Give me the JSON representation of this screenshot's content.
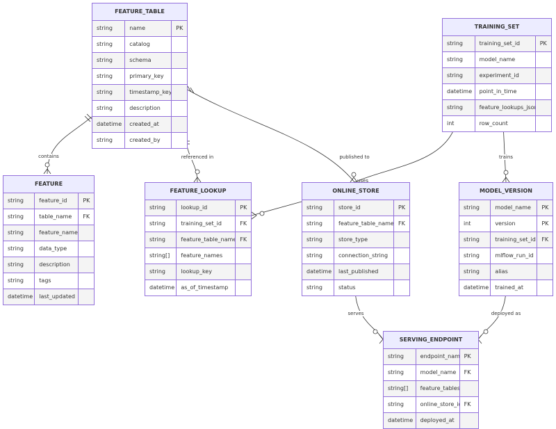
{
  "entities": {
    "feature_table": {
      "name": "FEATURE_TABLE",
      "attributes": [
        {
          "type": "string",
          "name": "name",
          "key": "PK"
        },
        {
          "type": "string",
          "name": "catalog",
          "key": ""
        },
        {
          "type": "string",
          "name": "schema",
          "key": ""
        },
        {
          "type": "string",
          "name": "primary_key",
          "key": ""
        },
        {
          "type": "string",
          "name": "timestamp_key",
          "key": ""
        },
        {
          "type": "string",
          "name": "description",
          "key": ""
        },
        {
          "type": "datetime",
          "name": "created_at",
          "key": ""
        },
        {
          "type": "string",
          "name": "created_by",
          "key": ""
        }
      ]
    },
    "training_set": {
      "name": "TRAINING_SET",
      "attributes": [
        {
          "type": "string",
          "name": "training_set_id",
          "key": "PK"
        },
        {
          "type": "string",
          "name": "model_name",
          "key": ""
        },
        {
          "type": "string",
          "name": "experiment_id",
          "key": ""
        },
        {
          "type": "datetime",
          "name": "point_in_time",
          "key": ""
        },
        {
          "type": "string",
          "name": "feature_lookups_json",
          "key": ""
        },
        {
          "type": "int",
          "name": "row_count",
          "key": ""
        }
      ]
    },
    "feature": {
      "name": "FEATURE",
      "attributes": [
        {
          "type": "string",
          "name": "feature_id",
          "key": "PK"
        },
        {
          "type": "string",
          "name": "table_name",
          "key": "FK"
        },
        {
          "type": "string",
          "name": "feature_name",
          "key": ""
        },
        {
          "type": "string",
          "name": "data_type",
          "key": ""
        },
        {
          "type": "string",
          "name": "description",
          "key": ""
        },
        {
          "type": "string",
          "name": "tags",
          "key": ""
        },
        {
          "type": "datetime",
          "name": "last_updated",
          "key": ""
        }
      ]
    },
    "feature_lookup": {
      "name": "FEATURE_LOOKUP",
      "attributes": [
        {
          "type": "string",
          "name": "lookup_id",
          "key": "PK"
        },
        {
          "type": "string",
          "name": "training_set_id",
          "key": "FK"
        },
        {
          "type": "string",
          "name": "feature_table_name",
          "key": "FK"
        },
        {
          "type": "string[]",
          "name": "feature_names",
          "key": ""
        },
        {
          "type": "string",
          "name": "lookup_key",
          "key": ""
        },
        {
          "type": "datetime",
          "name": "as_of_timestamp",
          "key": ""
        }
      ]
    },
    "online_store": {
      "name": "ONLINE_STORE",
      "attributes": [
        {
          "type": "string",
          "name": "store_id",
          "key": "PK"
        },
        {
          "type": "string",
          "name": "feature_table_name",
          "key": "FK"
        },
        {
          "type": "string",
          "name": "store_type",
          "key": ""
        },
        {
          "type": "string",
          "name": "connection_string",
          "key": ""
        },
        {
          "type": "datetime",
          "name": "last_published",
          "key": ""
        },
        {
          "type": "string",
          "name": "status",
          "key": ""
        }
      ]
    },
    "model_version": {
      "name": "MODEL_VERSION",
      "attributes": [
        {
          "type": "string",
          "name": "model_name",
          "key": "PK"
        },
        {
          "type": "int",
          "name": "version",
          "key": "PK"
        },
        {
          "type": "string",
          "name": "training_set_id",
          "key": "FK"
        },
        {
          "type": "string",
          "name": "mlflow_run_id",
          "key": ""
        },
        {
          "type": "string",
          "name": "alias",
          "key": ""
        },
        {
          "type": "datetime",
          "name": "trained_at",
          "key": ""
        }
      ]
    },
    "serving_endpoint": {
      "name": "SERVING_ENDPOINT",
      "attributes": [
        {
          "type": "string",
          "name": "endpoint_name",
          "key": "PK"
        },
        {
          "type": "string",
          "name": "model_name",
          "key": "FK"
        },
        {
          "type": "string[]",
          "name": "feature_tables",
          "key": ""
        },
        {
          "type": "string",
          "name": "online_store_id",
          "key": "FK"
        },
        {
          "type": "datetime",
          "name": "deployed_at",
          "key": ""
        }
      ]
    }
  },
  "relationships": [
    {
      "id": "contains",
      "label": "contains"
    },
    {
      "id": "referenced-in",
      "label": "referenced in"
    },
    {
      "id": "published-to",
      "label": "published to"
    },
    {
      "id": "uses",
      "label": "uses"
    },
    {
      "id": "trains",
      "label": "trains"
    },
    {
      "id": "serves",
      "label": "serves"
    },
    {
      "id": "deployed-as",
      "label": "deployed as"
    }
  ],
  "colors": {
    "border": "#9370db",
    "header_bg": "#ececff",
    "row_odd": "#f4f4f4",
    "row_even": "#ffffff",
    "line": "#333333"
  }
}
